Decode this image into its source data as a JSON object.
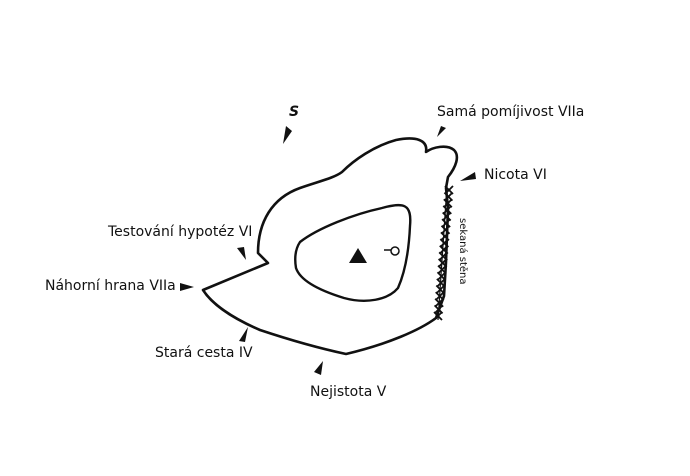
{
  "routes": [
    {
      "id": "sama-pomijivost",
      "label": "Samá pomíjivost VIIa"
    },
    {
      "id": "nicota",
      "label": "Nicota VI"
    },
    {
      "id": "testovani-hypotez",
      "label": "Testování hypotéz VI"
    },
    {
      "id": "nahorni-hrana",
      "label": "Náhorní hrana VIIa"
    },
    {
      "id": "stara-cesta",
      "label": "Stará cesta IV"
    },
    {
      "id": "nejistota",
      "label": "Nejistota V"
    }
  ],
  "wall_note": "sekaná stěna",
  "north": {
    "label": "S",
    "icon": "north-arrow-icon"
  },
  "summit": {
    "icon": "summit-triangle-icon",
    "register_icon": "summit-register-icon"
  },
  "colors": {
    "ink": "#111111",
    "background": "#ffffff"
  }
}
